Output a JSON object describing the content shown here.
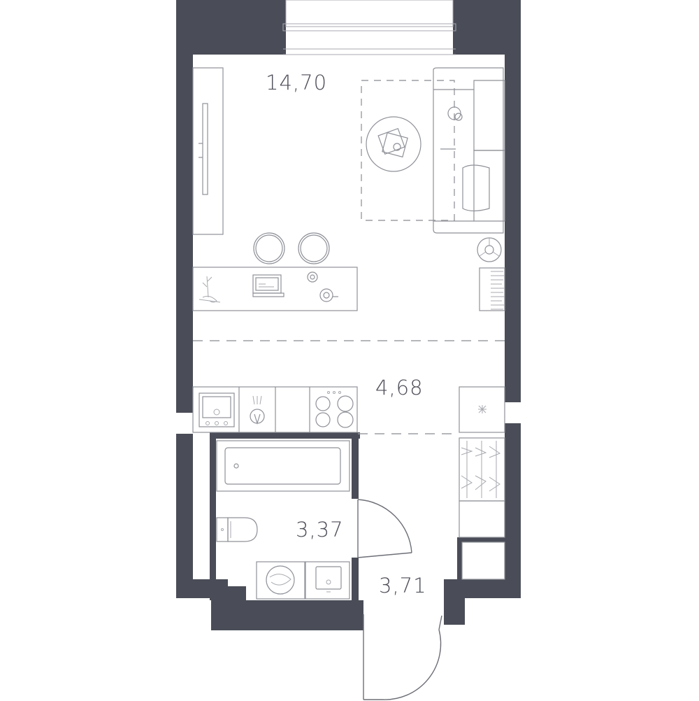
{
  "rooms": [
    {
      "id": "living-room",
      "area": "14,70"
    },
    {
      "id": "kitchen",
      "area": "4,68"
    },
    {
      "id": "bathroom",
      "area": "3,37"
    },
    {
      "id": "hallway",
      "area": "3,71"
    }
  ],
  "colors": {
    "wall": "#4a4d57",
    "furniture_stroke": "#8f9198",
    "label": "#4d4e58",
    "background": "#ffffff"
  }
}
